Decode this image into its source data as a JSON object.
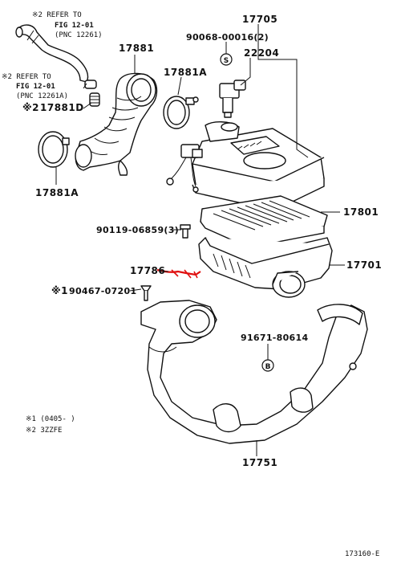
{
  "labels": {
    "ref1_line1": "※2 REFER TO",
    "ref1_line2": "FIG 12-01",
    "ref1_line3": "(PNC 12261)",
    "ref2_line1": "※2 REFER TO",
    "ref2_line2": "FIG 12-01",
    "ref2_line3": "(PNC 12261A)",
    "p17705": "17705",
    "p90068": "90068-00016(2)",
    "p22204": "22204",
    "p17881": "17881",
    "p17881a_top": "17881A",
    "p17881d": "17881D",
    "p17881a_left": "17881A",
    "p17801": "17801",
    "p90119": "90119-06859(3)",
    "p17786": "17786",
    "p17701": "17701",
    "p90467": "90467-07201",
    "p91671": "91671-80614",
    "p17751": "17751",
    "mark_left": "※2",
    "mark_90467": "※1"
  },
  "callouts": {
    "s": "S",
    "b": "B"
  },
  "footnotes": {
    "note1": "※1 (0405-     )",
    "note2": "※2 3ZZFE"
  },
  "figure_id": "173160-E",
  "highlight_color": "#e01010"
}
